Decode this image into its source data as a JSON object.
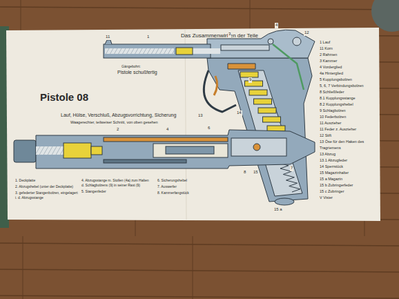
{
  "diagram": {
    "title": "Pistole 08",
    "labels": [
      "Das Zusammenwirken der Teile",
      "Gängebohrt:",
      "Pistole schußfertig",
      "Lauf, Hülse, Verschluß, Abzugsvorrichtung, Sicherung",
      "Waagerechter, teilweiser Schnitt, von oben gesehen",
      "1 Lauf",
      "11 Korn",
      "2 Rahmen",
      "3 Kammer",
      "4 Vorderglied",
      "4a Hinterglied",
      "5 Kupplungsbolzen",
      "5, 6, 7 Verbindungsbolzen",
      "8 Schließfeder",
      "8.1 Kupplungsstange",
      "8.2 Kupplungshebel",
      "9 Schlagbolzen",
      "10 Federbolzen",
      "11 Auszieher",
      "11 Feder z. Auszieher",
      "12 Stift",
      "13 Öse für den Haken des Tragriemens",
      "13 Abzug",
      "13.1 Abzugfeder",
      "14 Sperrstück",
      "15 Magazinhalter",
      "15 a Magazin",
      "15 b Zubringerfeder",
      "15 c Zubringer",
      "V Visier",
      "1. Deckplatte",
      "2. Abzugshebel (unter der Deckplatte)",
      "3. gefederter Stangenbolzen, eingelagert i. d. Abzugsstange",
      "4. Abzugsstange m. Stollen (4a) zum Halten d. Schlagbolzens (9) in seiner Rast (9)",
      "5. Stangenfeder",
      "6. Sicherungshebel",
      "7. Auswerfer",
      "8. Kammerfangstück",
      "11",
      "1",
      "3",
      "4",
      "12",
      "9",
      "14",
      "13",
      "15",
      "15 a",
      "2",
      "4",
      "6",
      "8",
      "7"
    ]
  }
}
